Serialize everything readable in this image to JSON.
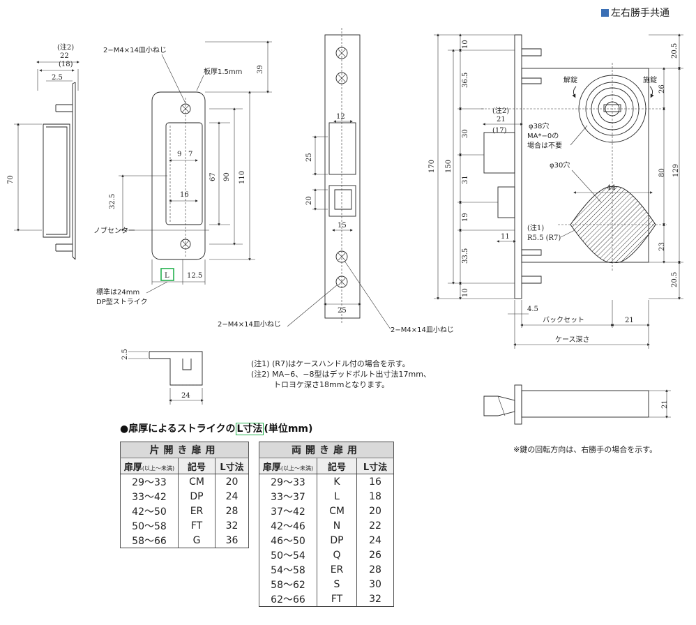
{
  "header": {
    "title": "左右勝手共通"
  },
  "drawing": {
    "strike_side": {
      "note2_top": "(注2)",
      "dim_22": "22",
      "dim_18_paren": "(18)",
      "dim_2_5": "2.5",
      "dim_70": "70"
    },
    "strike_front": {
      "screw_label": "2−M4×14皿小ねじ",
      "plate_label": "板厚1.5mm",
      "dim_39": "39",
      "dim_9": "9",
      "dim_7": "7",
      "dim_67": "67",
      "dim_90": "90",
      "dim_110": "110",
      "dim_16": "16",
      "dim_32_5": "32.5",
      "knob_center": "ノブセンター",
      "dim_L": "L",
      "dim_12_5": "12.5",
      "std_label": "標準は24mm",
      "type_label": "DP型ストライク"
    },
    "strike_bottom": {
      "dim_2_5": "2.5",
      "dim_24": "24"
    },
    "front_plate": {
      "dim_12": "12",
      "dim_25": "25",
      "dim_20": "20",
      "dim_15": "15",
      "dim_25_bottom": "25",
      "screw_left": "2−M4×14皿小ねじ",
      "screw_right": "2−M4×14皿小ねじ"
    },
    "lock_body": {
      "dim_10_top": "10",
      "dim_36_5": "36.5",
      "dim_30": "30",
      "dim_31": "31",
      "dim_19": "19",
      "dim_33_5": "33.5",
      "dim_10_bottom": "10",
      "dim_170": "170",
      "dim_150": "150",
      "dim_20_5_top": "20.5",
      "dim_26": "26",
      "dim_80": "80",
      "dim_129": "129",
      "dim_23": "23",
      "dim_20_5_bottom": "20.5",
      "unlock": "解錠",
      "lock": "施錠",
      "note2": "(注2)",
      "dim_21": "21",
      "dim_17_paren": "(17)",
      "hole38_line1": "φ38穴",
      "hole38_line2": "MA*−0の",
      "hole38_line3": "場合は不要",
      "hole30": "φ30穴",
      "dim_44": "44",
      "note1": "(注1)",
      "r_label": "R5.5 (R7)",
      "dim_11": "11",
      "dim_4_5": "4.5",
      "backset": "バックセット",
      "dim_21_bottom": "21",
      "case_depth": "ケース深さ"
    },
    "lock_bottom": {
      "dim_21": "21"
    }
  },
  "notes": [
    "(注1) (R7)はケースハンドル付の場合を示す。",
    "(注2) MA−6、−8型はデッドボルト出寸法17mm、",
    "トロヨケ深さ18mmとなります。"
  ],
  "rotation_note": "※鍵の回転方向は、右勝手の場合を示す。",
  "table_section": {
    "prefix": "●扉厚によるストライクの",
    "highlight": "L寸法",
    "suffix": "(単位mm)"
  },
  "single_door": {
    "group": "片開き扉用",
    "col_thickness": "扉厚",
    "col_thickness_sub": "(以上〜未満)",
    "col_code": "記号",
    "col_l": "L寸法",
    "rows": [
      {
        "thickness": "29〜33",
        "code": "CM",
        "l": "20"
      },
      {
        "thickness": "33〜42",
        "code": "DP",
        "l": "24"
      },
      {
        "thickness": "42〜50",
        "code": "ER",
        "l": "28"
      },
      {
        "thickness": "50〜58",
        "code": "FT",
        "l": "32"
      },
      {
        "thickness": "58〜66",
        "code": "G",
        "l": "36"
      }
    ]
  },
  "double_door": {
    "group": "両開き扉用",
    "col_thickness": "扉厚",
    "col_thickness_sub": "(以上〜未満)",
    "col_code": "記号",
    "col_l": "L寸法",
    "rows": [
      {
        "thickness": "29〜33",
        "code": "K",
        "l": "16"
      },
      {
        "thickness": "33〜37",
        "code": "L",
        "l": "18"
      },
      {
        "thickness": "37〜42",
        "code": "CM",
        "l": "20"
      },
      {
        "thickness": "42〜46",
        "code": "N",
        "l": "22"
      },
      {
        "thickness": "46〜50",
        "code": "DP",
        "l": "24"
      },
      {
        "thickness": "50〜54",
        "code": "Q",
        "l": "26"
      },
      {
        "thickness": "54〜58",
        "code": "ER",
        "l": "28"
      },
      {
        "thickness": "58〜62",
        "code": "S",
        "l": "30"
      },
      {
        "thickness": "62〜66",
        "code": "FT",
        "l": "32"
      }
    ]
  }
}
